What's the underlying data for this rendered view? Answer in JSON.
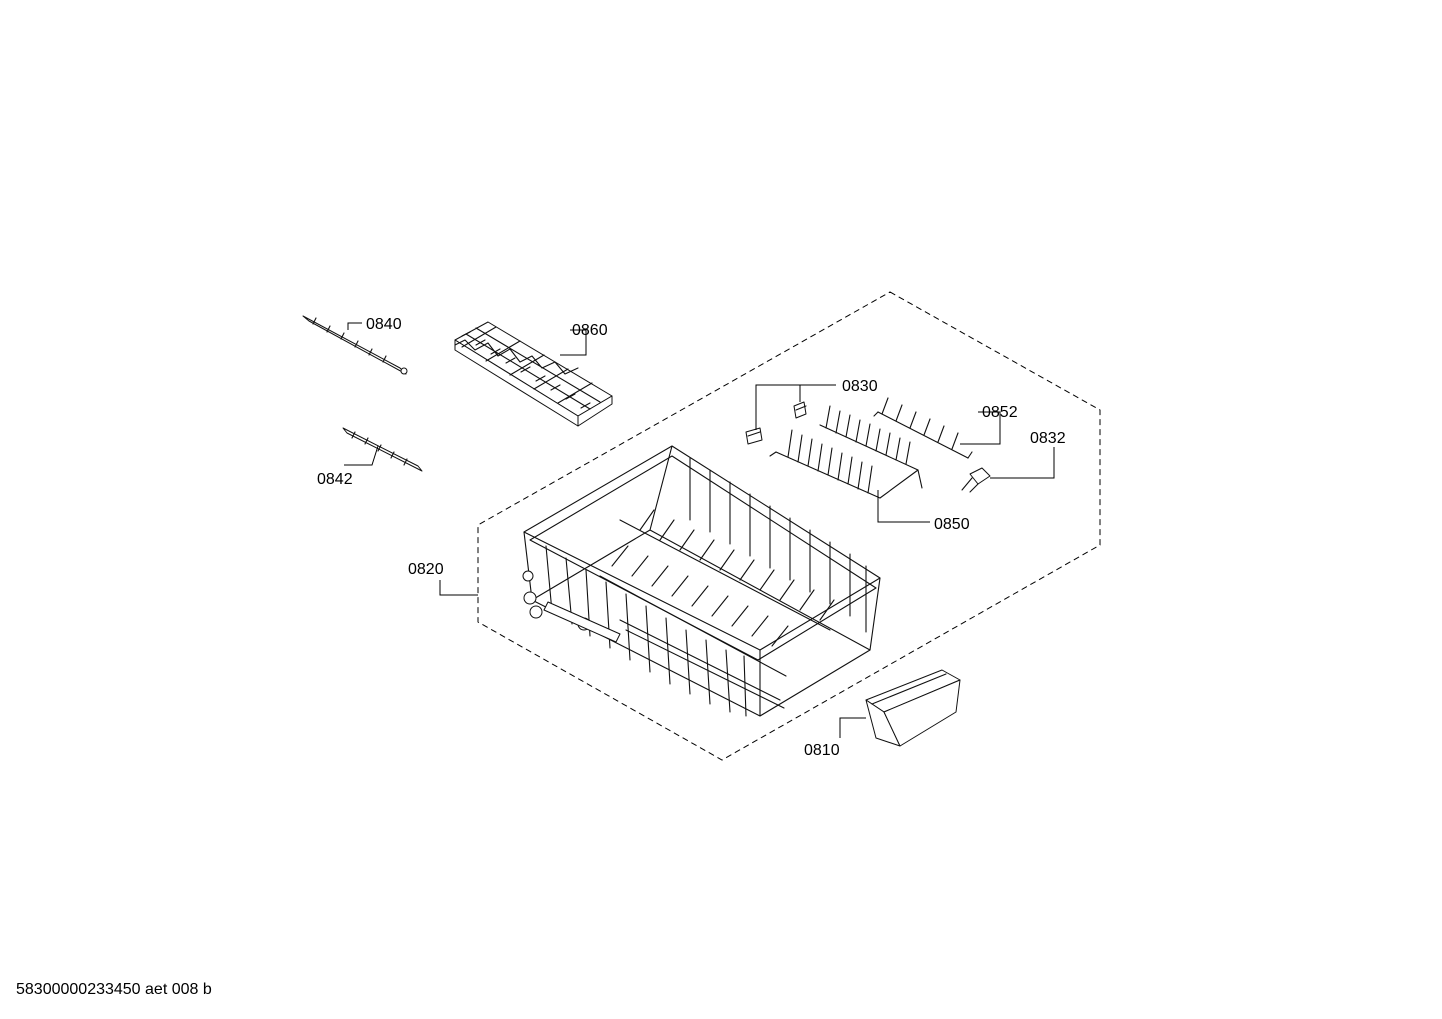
{
  "parts": {
    "p0810": "0810",
    "p0820": "0820",
    "p0830": "0830",
    "p0832": "0832",
    "p0840": "0840",
    "p0842": "0842",
    "p0850": "0850",
    "p0852": "0852",
    "p0860": "0860"
  },
  "footer": {
    "drawing_id": "58300000233450 aet 008 b"
  }
}
